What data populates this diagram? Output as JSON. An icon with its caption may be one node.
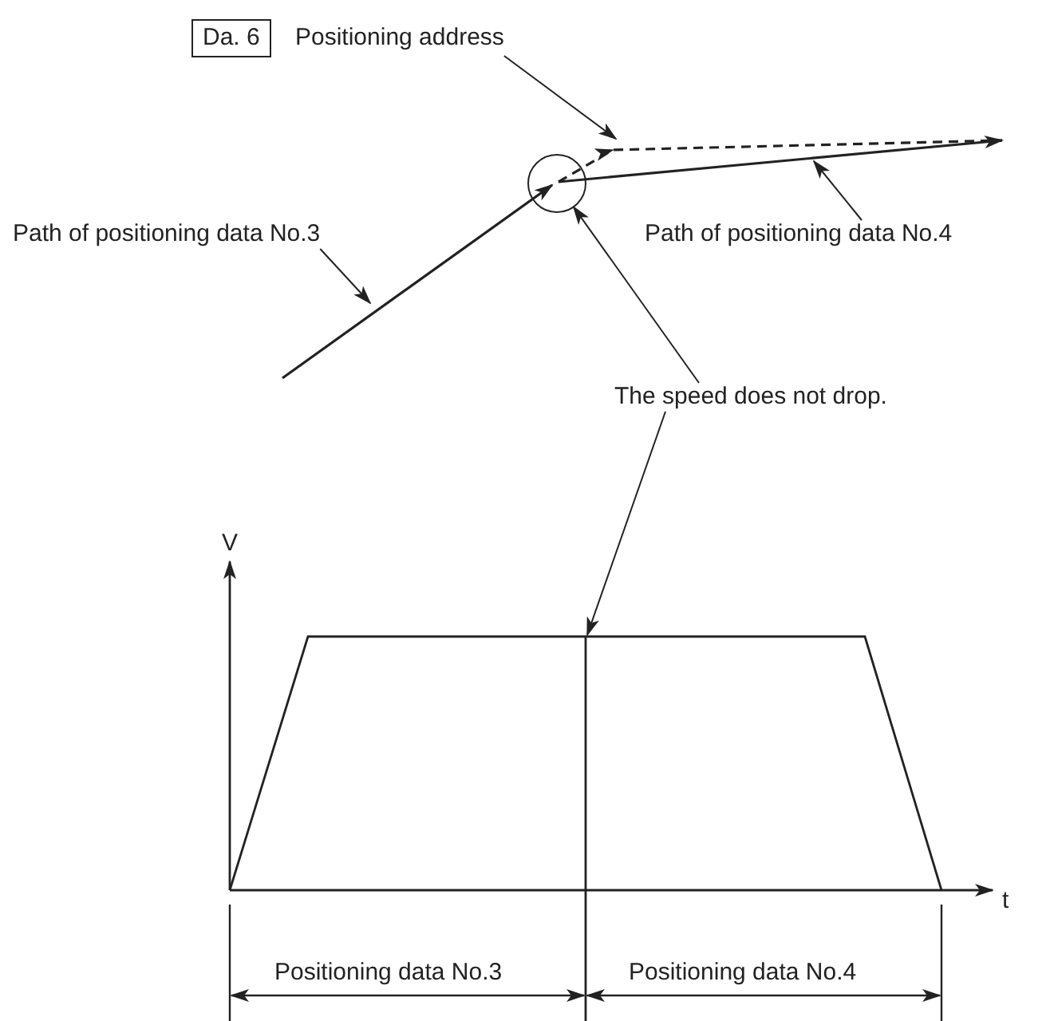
{
  "diagram": {
    "nodes": [
      {
        "text": [
          "Da. 6"
        ],
        "beside": [
          "Positioning address"
        ]
      },
      {
        "text": [
          "Path of positioning data No.3"
        ]
      },
      {
        "text": [
          "Path of positioning data No.4"
        ]
      },
      {
        "text": [
          "The speed does not drop."
        ]
      },
      {
        "text": [],
        "shape": "circle"
      }
    ],
    "edges": [
      {
        "from": 0,
        "to": null,
        "arrow": "to"
      },
      {
        "from": 1,
        "to": null,
        "arrow": "to"
      },
      {
        "from": 2,
        "to": null,
        "arrow": "to"
      },
      {
        "from": 3,
        "to": 4,
        "arrow": "to"
      },
      {
        "from": 3,
        "to": null,
        "arrow": "to"
      }
    ],
    "labels": [
      "V",
      "t",
      "Positioning data No.3",
      "Positioning data No.4"
    ]
  }
}
